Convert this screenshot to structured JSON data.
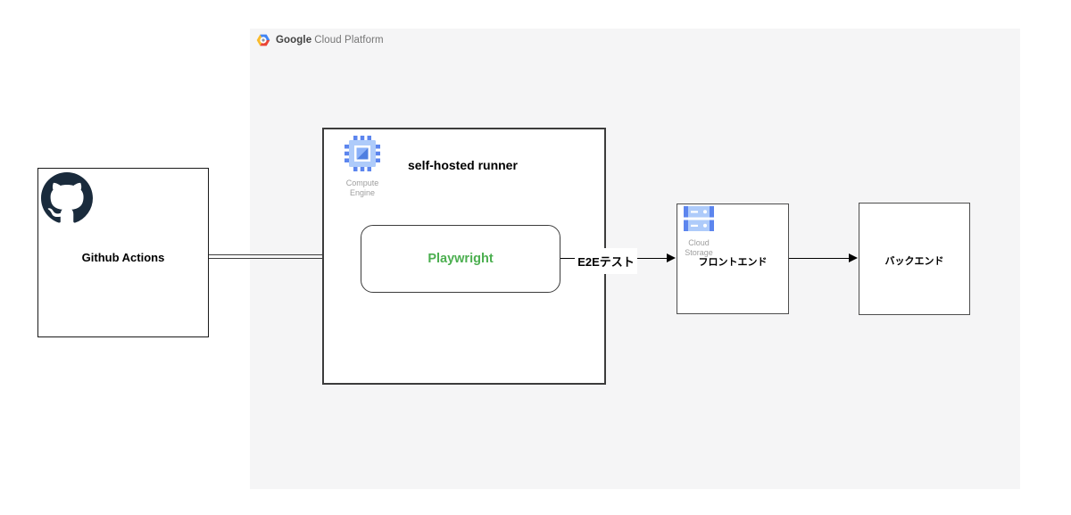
{
  "page": {
    "background": "#ffffff",
    "region_background": "#f5f5f6"
  },
  "gcp": {
    "brand_bold": "Google",
    "brand_rest": "Cloud Platform",
    "logo_icon": "google-cloud-hexagon-icon",
    "logo_colors": {
      "blue": "#4285f4",
      "red": "#ea4335",
      "yellow": "#f9bb2d",
      "center_dot": "#8d9199"
    }
  },
  "nodes": {
    "github": {
      "label": "Github Actions",
      "icon": "github-octocat-icon",
      "icon_color": "#1a2b3c"
    },
    "runner": {
      "title": "self-hosted runner",
      "icon": "compute-engine-icon",
      "icon_caption": "Compute Engine",
      "icon_colors": {
        "body": "#aecbfa",
        "pins": "#5c85ee",
        "inner_light": "#8ab1f9",
        "inner_dark": "#4e7fe1"
      }
    },
    "playwright": {
      "label": "Playwright",
      "label_color": "#4caf50"
    },
    "frontend": {
      "label": "フロントエンド",
      "icon": "cloud-storage-icon",
      "icon_caption": "Cloud Storage",
      "icon_colors": {
        "body": "#aecbfa",
        "caps": "#5c85ee"
      }
    },
    "backend": {
      "label": "バックエンド"
    }
  },
  "connectors": {
    "github_to_runner": {
      "style": "double-line",
      "label": ""
    },
    "playwright_to_frontend": {
      "label": "E2Eテスト"
    },
    "frontend_to_backend": {
      "label": ""
    }
  }
}
